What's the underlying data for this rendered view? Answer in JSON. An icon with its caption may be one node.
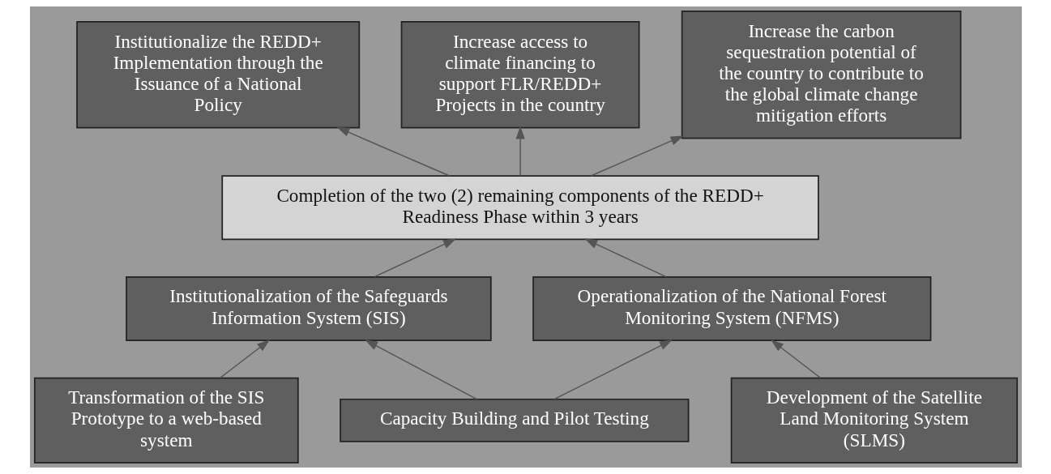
{
  "diagram": {
    "nodes": [
      {
        "text": [
          "Institutionalize the REDD+ Implementation through the Issuance of a National Policy"
        ]
      },
      {
        "text": [
          "Increase access to climate financing to support FLR/REDD+ Projects in the country"
        ]
      },
      {
        "text": [
          "Increase the carbon sequestration potential of the country to contribute to the global climate change mitigation efforts"
        ]
      },
      {
        "text": [
          "Completion of the two (2) remaining components of the REDD+ Readiness Phase within 3 years"
        ]
      },
      {
        "text": [
          "Institutionalization of the Safeguards Information System (SIS)"
        ]
      },
      {
        "text": [
          "Operationalization of the National Forest Monitoring System (NFMS)"
        ]
      },
      {
        "text": [
          "Transformation of the SIS Prototype to a web-based system"
        ]
      },
      {
        "text": [
          "Capacity Building and Pilot Testing"
        ]
      },
      {
        "text": [
          "Development of the Satellite Land Monitoring System (SLMS)"
        ]
      }
    ],
    "edges": [
      {
        "from": 3,
        "to": 0,
        "arrow": "to"
      },
      {
        "from": 3,
        "to": 1,
        "arrow": "to"
      },
      {
        "from": 3,
        "to": 2,
        "arrow": "to"
      },
      {
        "from": 4,
        "to": 3,
        "arrow": "to"
      },
      {
        "from": 5,
        "to": 3,
        "arrow": "to"
      },
      {
        "from": 6,
        "to": 4,
        "arrow": "to"
      },
      {
        "from": 7,
        "to": 4,
        "arrow": "to"
      },
      {
        "from": 7,
        "to": 5,
        "arrow": "to"
      },
      {
        "from": 8,
        "to": 5,
        "arrow": "to"
      }
    ]
  }
}
